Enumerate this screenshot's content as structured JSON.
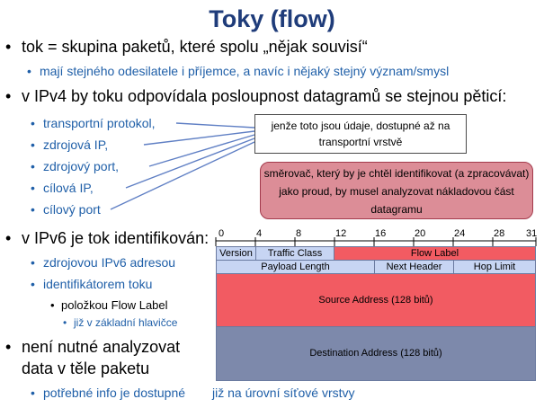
{
  "title": "Toky (flow)",
  "bullets": {
    "b1": "tok = skupina paketů, které spolu „nějak souvisí“",
    "b1a": "mají stejného odesilatele i příjemce, a navíc i nějaký stejný význam/smysl",
    "b2": "v IPv4 by toku odpovídala posloupnost datagramů se stejnou pěticí:",
    "b2_items": [
      "transportní protokol,",
      "zdrojová IP,",
      "zdrojový port,",
      "cílová IP,",
      "cílový port"
    ],
    "b3": "v IPv6 je tok identifikován:",
    "b3a": "zdrojovou IPv6 adresou",
    "b3b": "identifikátorem toku",
    "b3b1": "položkou Flow Label",
    "b3b1a": "již v základní hlavičce",
    "b4_line1": "není nutné analyzovat",
    "b4_line2": "data v těle paketu",
    "b4a": "potřebné info je dostupné",
    "b4a_cont": "již na úrovní síťové vrstvy"
  },
  "callouts": {
    "transport_note": "jenže toto jsou údaje, dostupné až na transportní vrstvě",
    "router_note": "směrovač, který by je chtěl identifikovat (a zpracovávat) jako proud, by musel analyzovat nákladovou část datagramu"
  },
  "header_diagram": {
    "ticks": [
      "0",
      "4",
      "8",
      "12",
      "16",
      "20",
      "24",
      "28",
      "31"
    ],
    "row1": {
      "version": "Version",
      "traffic_class": "Traffic Class",
      "flow_label": "Flow Label"
    },
    "row2": {
      "payload_length": "Payload Length",
      "next_header": "Next Header",
      "hop_limit": "Hop Limit"
    },
    "source": "Source Address (128 bitů)",
    "destination": "Destination Address (128 bitů)"
  },
  "colors": {
    "title": "#1f3c7a",
    "accent_text": "#1f5fa8",
    "header_blue": "#c7d5f3",
    "flow_label_red": "#f25b62",
    "destination_gray": "#7d89ab",
    "router_note_bg": "#dc8d97"
  }
}
